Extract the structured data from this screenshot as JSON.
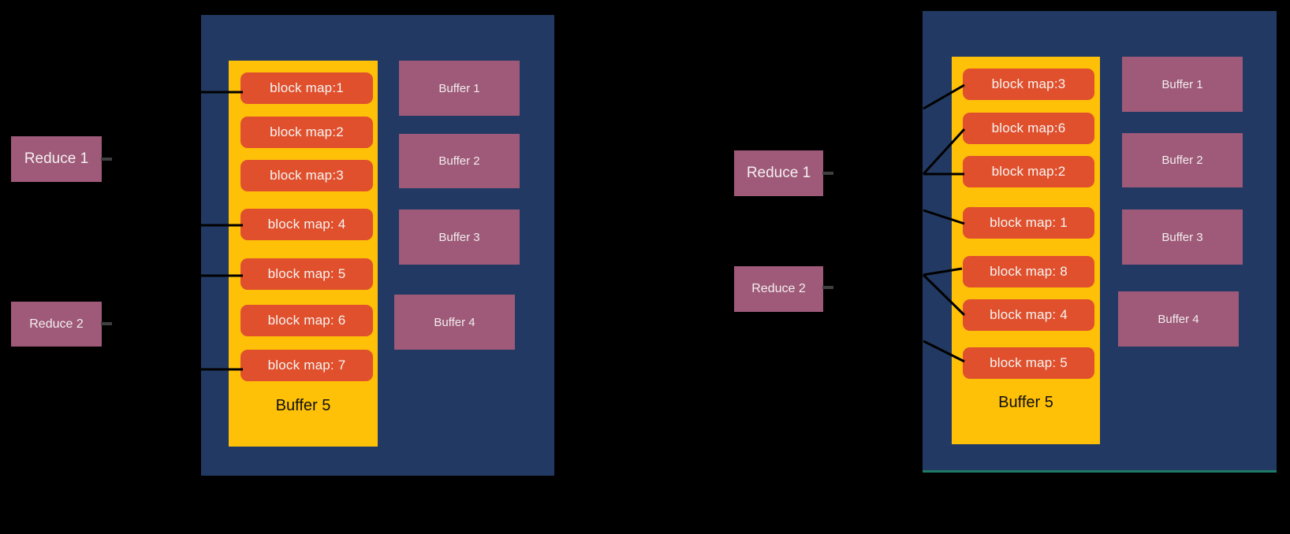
{
  "colors": {
    "panel": "#223A63",
    "buffer5": "#FFC008",
    "block": "#E0502D",
    "purple": "#9E5A78",
    "connector": "#000000",
    "stub": "#3F3F3F",
    "teal_edge": "#1F7A68",
    "bg": "#000000"
  },
  "left_panel": {
    "reduce_nodes": [
      {
        "label": "Reduce 1"
      },
      {
        "label": "Reduce 2"
      }
    ],
    "block_maps": [
      "block map:1",
      "block map:2",
      "block map:3",
      "block map: 4",
      "block map: 5",
      "block map: 6",
      "block map: 7"
    ],
    "buffers": [
      "Buffer 1",
      "Buffer 2",
      "Buffer 3",
      "Buffer 4"
    ],
    "buffer5_label": "Buffer 5",
    "connections": [
      {
        "from": "Reduce 1",
        "to": [
          "block map:1",
          "block map: 4"
        ]
      },
      {
        "from": "Reduce 2",
        "to": [
          "block map: 5",
          "block map: 7"
        ]
      }
    ]
  },
  "right_panel": {
    "reduce_nodes": [
      {
        "label": "Reduce 1"
      },
      {
        "label": "Reduce 2"
      }
    ],
    "block_maps": [
      "block map:3",
      "block map:6",
      "block map:2",
      "block map: 1",
      "block map: 8",
      "block map: 4",
      "block map: 5"
    ],
    "buffers": [
      "Buffer 1",
      "Buffer 2",
      "Buffer 3",
      "Buffer 4"
    ],
    "buffer5_label": "Buffer 5",
    "connections": [
      {
        "from": "Reduce 1",
        "to": [
          "block map:3",
          "block map:6",
          "block map:2",
          "block map: 1"
        ]
      },
      {
        "from": "Reduce 2",
        "to": [
          "block map: 8",
          "block map: 4",
          "block map: 5"
        ]
      }
    ]
  }
}
